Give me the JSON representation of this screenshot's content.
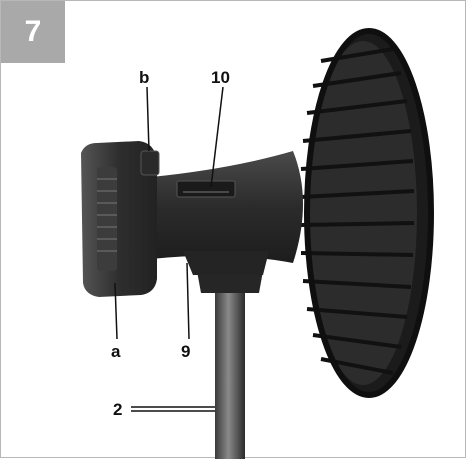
{
  "figure": {
    "number": "7"
  },
  "callouts": {
    "a": "a",
    "b": "b",
    "c10": "10",
    "c9": "9",
    "c2": "2"
  },
  "colors": {
    "tab": "#a9a9a9",
    "fan_body": "#2d2d2d",
    "grille": "#1a1a1a"
  }
}
